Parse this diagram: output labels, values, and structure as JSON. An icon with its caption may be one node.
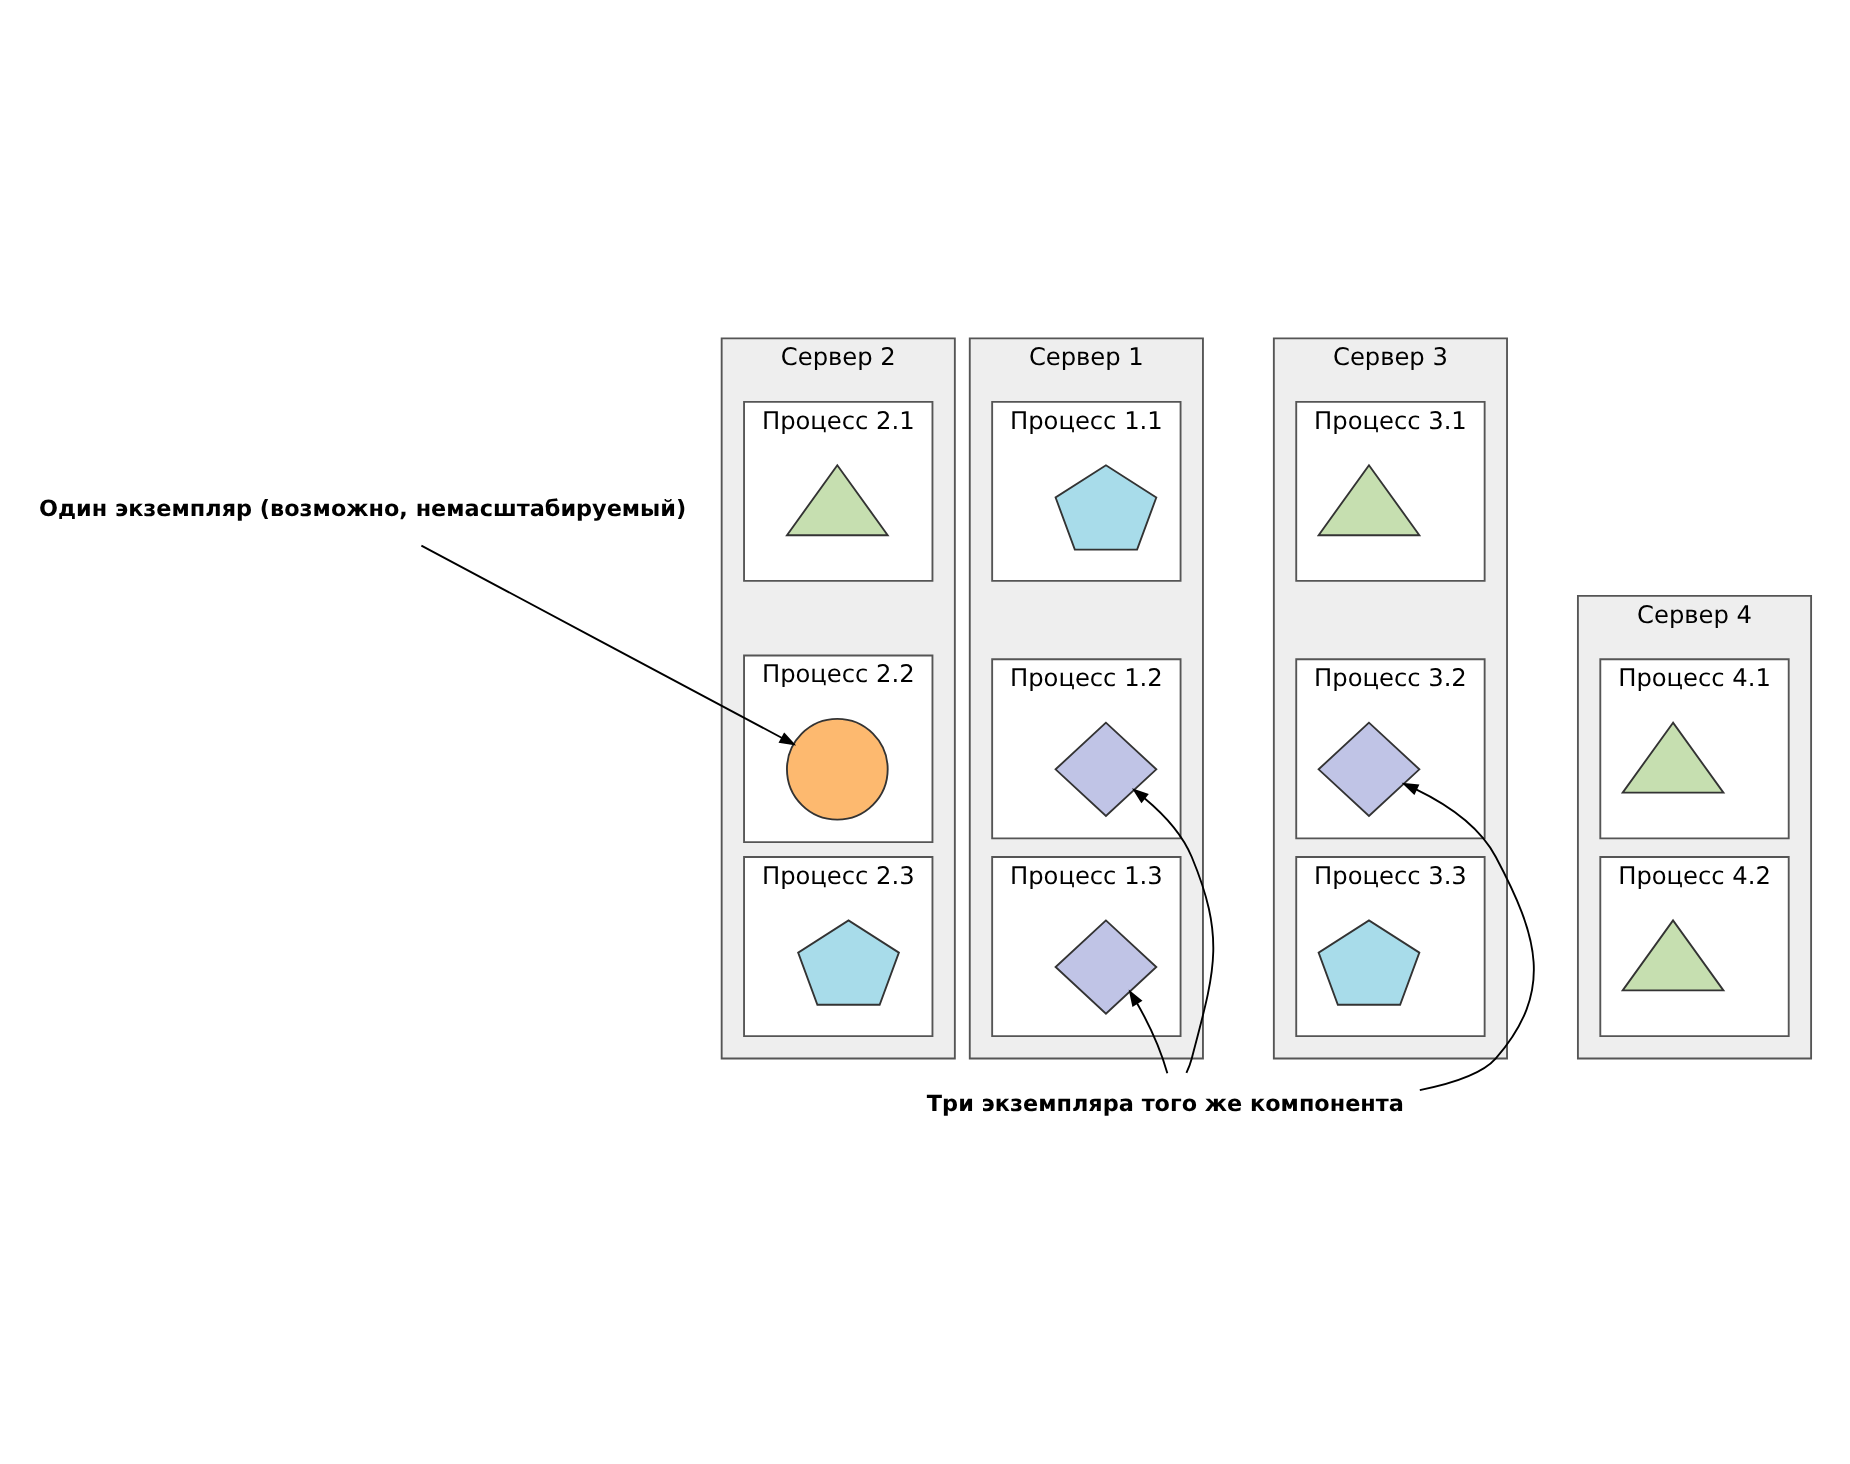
{
  "diagram": {
    "nodes": [
      {
        "text": [
          "Один экземпляр (возможно, немасштабируемый)"
        ]
      },
      {
        "text": [
          "Сервер 1"
        ]
      },
      {
        "text": [
          "Процесс 1.1"
        ],
        "in": 1
      },
      {
        "text": [],
        "shape": "pentagon",
        "in": 2
      },
      {
        "text": [
          "Процесс 1.2"
        ],
        "in": 1
      },
      {
        "text": [],
        "shape": "diamond",
        "in": 4
      },
      {
        "text": [
          "Процесс 1.3"
        ],
        "in": 1
      },
      {
        "text": [],
        "shape": "diamond",
        "in": 6
      },
      {
        "text": [
          "Сервер 2"
        ]
      },
      {
        "text": [
          "Процесс 2.1"
        ],
        "in": 8
      },
      {
        "text": [],
        "shape": "triangle",
        "in": 9
      },
      {
        "text": [
          "Процесс 2.2"
        ],
        "in": 8
      },
      {
        "text": [],
        "shape": "circle",
        "in": 11
      },
      {
        "text": [
          "Процесс 2.3"
        ],
        "in": 8
      },
      {
        "text": [],
        "shape": "pentagon",
        "in": 13
      },
      {
        "text": [
          "Сервер 3"
        ]
      },
      {
        "text": [
          "Процесс 3.1"
        ],
        "in": 15
      },
      {
        "text": [],
        "shape": "triangle",
        "in": 16
      },
      {
        "text": [
          "Процесс 3.2"
        ],
        "in": 15
      },
      {
        "text": [],
        "shape": "diamond",
        "in": 18
      },
      {
        "text": [
          "Процесс 3.3"
        ],
        "in": 15
      },
      {
        "text": [],
        "shape": "pentagon",
        "in": 20
      },
      {
        "text": [
          "Сервер 4"
        ]
      },
      {
        "text": [
          "Процесс 4.1"
        ],
        "in": 22
      },
      {
        "text": [],
        "shape": "triangle",
        "in": 23
      },
      {
        "text": [
          "Процесс 4.2"
        ],
        "in": 22
      },
      {
        "text": [],
        "shape": "triangle",
        "in": 25
      },
      {
        "text": [
          "Три экземпляра того же компонента"
        ]
      }
    ],
    "edges": [
      {
        "from": 0,
        "to": 12,
        "arrow": "to"
      },
      {
        "from": 27,
        "to": 5,
        "arrow": "to"
      },
      {
        "from": 27,
        "to": 7,
        "arrow": "to"
      },
      {
        "from": 27,
        "to": 19,
        "arrow": "to"
      }
    ]
  }
}
